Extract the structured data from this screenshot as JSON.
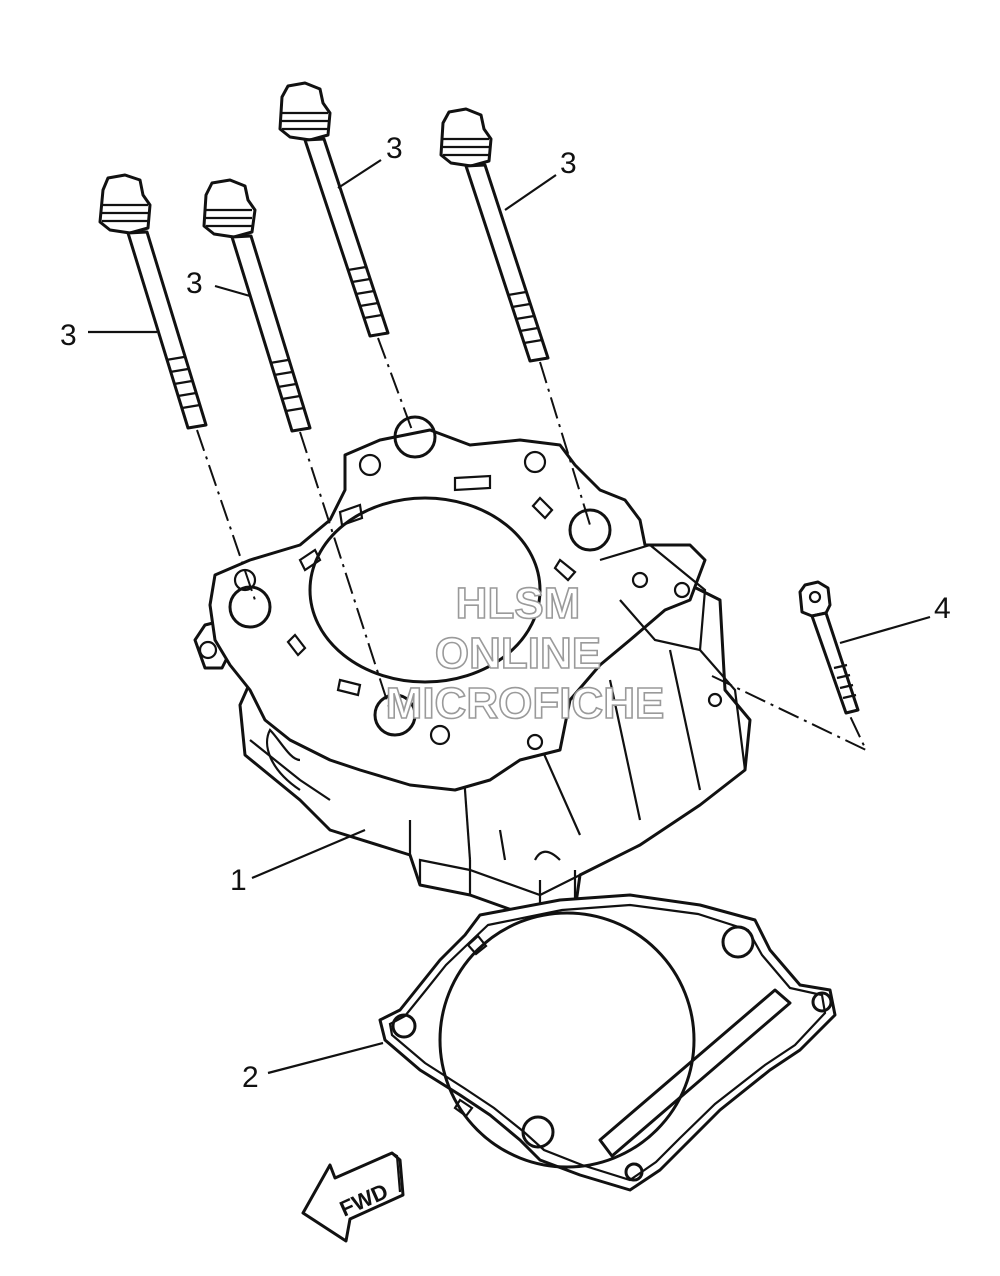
{
  "diagram": {
    "callouts": [
      {
        "id": "c1",
        "label": "1"
      },
      {
        "id": "c2",
        "label": "2"
      },
      {
        "id": "c3a",
        "label": "3"
      },
      {
        "id": "c3b",
        "label": "3"
      },
      {
        "id": "c3c",
        "label": "3"
      },
      {
        "id": "c3d",
        "label": "3"
      },
      {
        "id": "c4",
        "label": "4"
      }
    ],
    "fwd_label": "FWD",
    "watermark": [
      "HLSM",
      "ONLINE",
      "MICROFICHE"
    ]
  }
}
